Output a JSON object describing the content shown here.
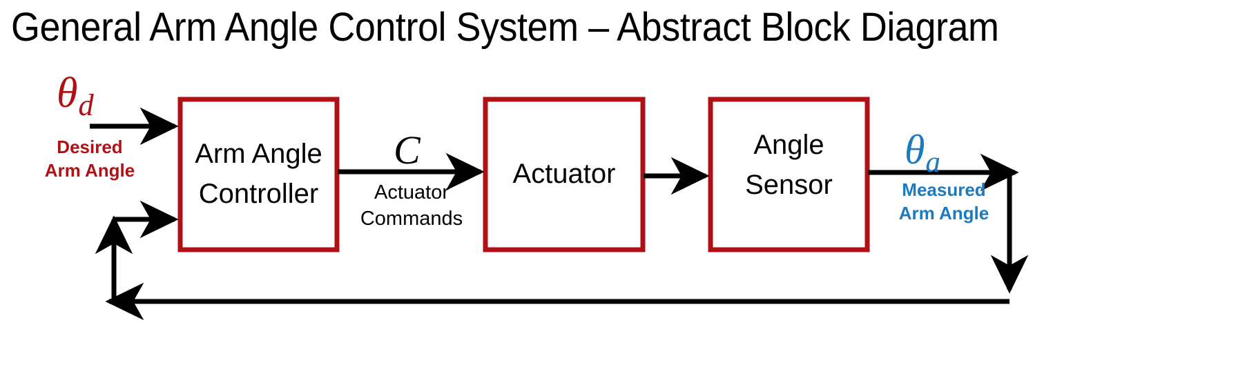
{
  "page": {
    "title": "General Arm Angle Control System – Abstract Block Diagram",
    "background": "#ffffff"
  },
  "colors": {
    "block_border": "#B01116",
    "desired_signal": "#B01116",
    "measured_signal": "#1C7BC0",
    "arrow": "#000000",
    "text": "#000000"
  },
  "blocks": [
    {
      "id": "controller",
      "label": "Arm Angle\nController"
    },
    {
      "id": "actuator",
      "label": "Actuator"
    },
    {
      "id": "sensor",
      "label": "Angle\nSensor"
    }
  ],
  "signals": [
    {
      "id": "desired-angle",
      "symbol": "θ",
      "subscript": "d",
      "caption": "Desired\nArm Angle",
      "color": "#B01116"
    },
    {
      "id": "actuator-commands",
      "symbol": "C",
      "subscript": "",
      "caption": "Actuator\nCommands",
      "color": "#000000"
    },
    {
      "id": "measured-angle",
      "symbol": "θ",
      "subscript": "a",
      "caption": "Measured\nArm Angle",
      "color": "#1C7BC0"
    }
  ],
  "connections": [
    {
      "id": "input-to-controller",
      "from": "desired-angle",
      "to": "controller"
    },
    {
      "id": "controller-to-actuator",
      "from": "controller",
      "to": "actuator"
    },
    {
      "id": "actuator-to-sensor",
      "from": "actuator",
      "to": "sensor"
    },
    {
      "id": "sensor-to-output",
      "from": "sensor",
      "to": "measured-angle"
    },
    {
      "id": "feedback-loop",
      "from": "measured-angle",
      "to": "controller"
    }
  ]
}
